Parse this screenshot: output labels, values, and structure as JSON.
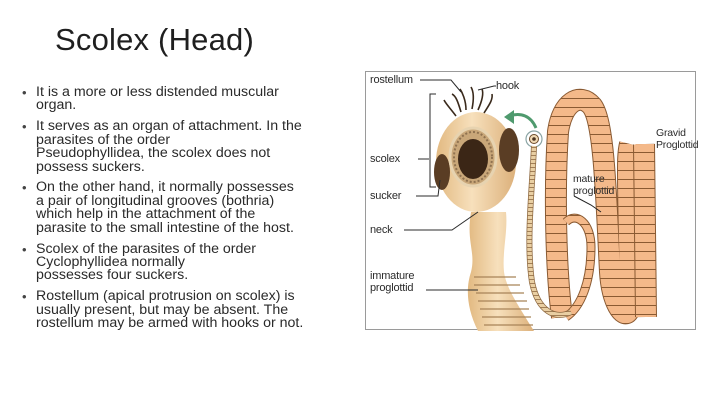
{
  "slide": {
    "title": "Scolex (Head)",
    "bullets": [
      {
        "text": "It is a more or less distended muscular\norgan."
      },
      {
        "text": "It serves as an organ of attachment. In the\nparasites of the order\nPseudophyllidea, the scolex does not\npossess suckers."
      },
      {
        "text": "On the other hand, it normally possesses\na pair of longitudinal grooves (bothria)\nwhich help in the attachment of the\nparasite to the small intestine of the host."
      },
      {
        "text": "Scolex of the parasites of the order\nCyclophyllidea normally\npossesses four suckers."
      },
      {
        "text": "Rostellum (apical protrusion on scolex) is\nusually present, but may be absent. The\nrostellum may be armed with hooks or not."
      }
    ],
    "bullet_glyph": "•",
    "figure": {
      "labels": {
        "rostellum": "rostellum",
        "hook": "hook",
        "scolex": "scolex",
        "sucker": "sucker",
        "neck": "neck",
        "immature_proglottid": "immature\nproglottid",
        "mature_proglottid": "mature\nproglottid",
        "gravid_proglottid": "Gravid\nProglottid"
      },
      "colors": {
        "body": "#f2d3a4",
        "body_shade": "#d9ad74",
        "sucker_dark": "#4a3320",
        "segment_fill": "#f4b98a",
        "segment_edge": "#8a5a32",
        "arrow": "#4f9a6e",
        "frame": "#9a9a9a"
      }
    }
  }
}
